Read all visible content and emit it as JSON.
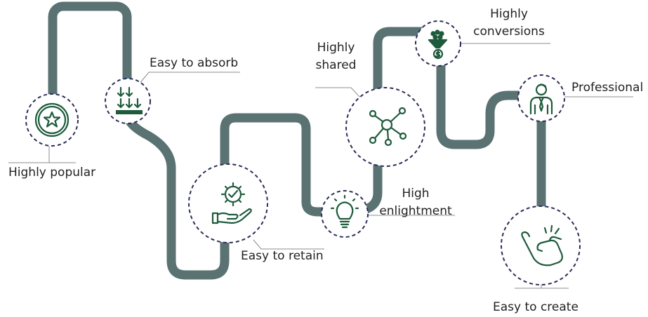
{
  "colors": {
    "path": "#5a7272",
    "icon": "#1e5b3c",
    "dash": "#2d2d5a",
    "leader": "#8c8c8c",
    "text": "#222222"
  },
  "milestones": [
    {
      "id": "popular",
      "label": "Highly popular",
      "icon": "star-badge-icon"
    },
    {
      "id": "absorb",
      "label": "Easy to absorb",
      "icon": "down-arrows-icon"
    },
    {
      "id": "retain",
      "label": "Easy to retain",
      "icon": "hand-gear-icon"
    },
    {
      "id": "enlight",
      "label_lines": [
        "High",
        "enlightment"
      ],
      "icon": "light-bulb-icon"
    },
    {
      "id": "shared",
      "label_lines": [
        "Highly",
        "shared"
      ],
      "icon": "network-icon"
    },
    {
      "id": "conversions",
      "label_lines": [
        "Highly",
        "conversions"
      ],
      "icon": "funnel-dollar-icon"
    },
    {
      "id": "professional",
      "label": "Professional",
      "icon": "businessman-icon"
    },
    {
      "id": "create",
      "label": "Easy to create",
      "icon": "finger-snap-icon"
    }
  ]
}
